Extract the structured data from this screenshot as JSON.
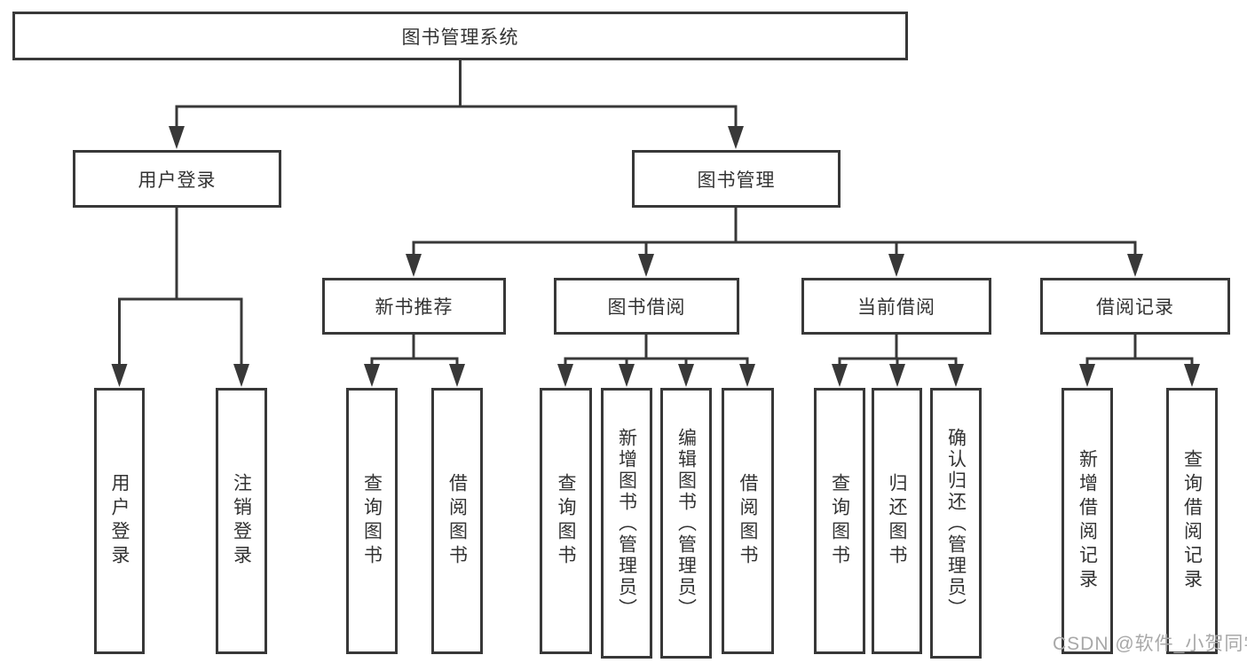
{
  "diagram": {
    "tree": {
      "label": "图书管理系统",
      "children": [
        {
          "label": "用户登录",
          "children": [
            {
              "label": "用户登录"
            },
            {
              "label": "注销登录"
            }
          ]
        },
        {
          "label": "图书管理",
          "children": [
            {
              "label": "新书推荐",
              "children": [
                {
                  "label": "查询图书"
                },
                {
                  "label": "借阅图书"
                }
              ]
            },
            {
              "label": "图书借阅",
              "children": [
                {
                  "label": "查询图书"
                },
                {
                  "label": "新增图书（管理员）"
                },
                {
                  "label": "编辑图书（管理员）"
                },
                {
                  "label": "借阅图书"
                }
              ]
            },
            {
              "label": "当前借阅",
              "children": [
                {
                  "label": "查询图书"
                },
                {
                  "label": "归还图书"
                },
                {
                  "label": "确认归还（管理员）"
                }
              ]
            },
            {
              "label": "借阅记录",
              "children": [
                {
                  "label": "新增借阅记录"
                },
                {
                  "label": "查询借阅记录"
                }
              ]
            }
          ]
        }
      ]
    },
    "colors": {
      "line": "#383838",
      "text": "#333333",
      "background": "#ffffff",
      "watermark_text": "#a8a8a8"
    }
  },
  "watermark": "CSDN @软件_小贺同学"
}
